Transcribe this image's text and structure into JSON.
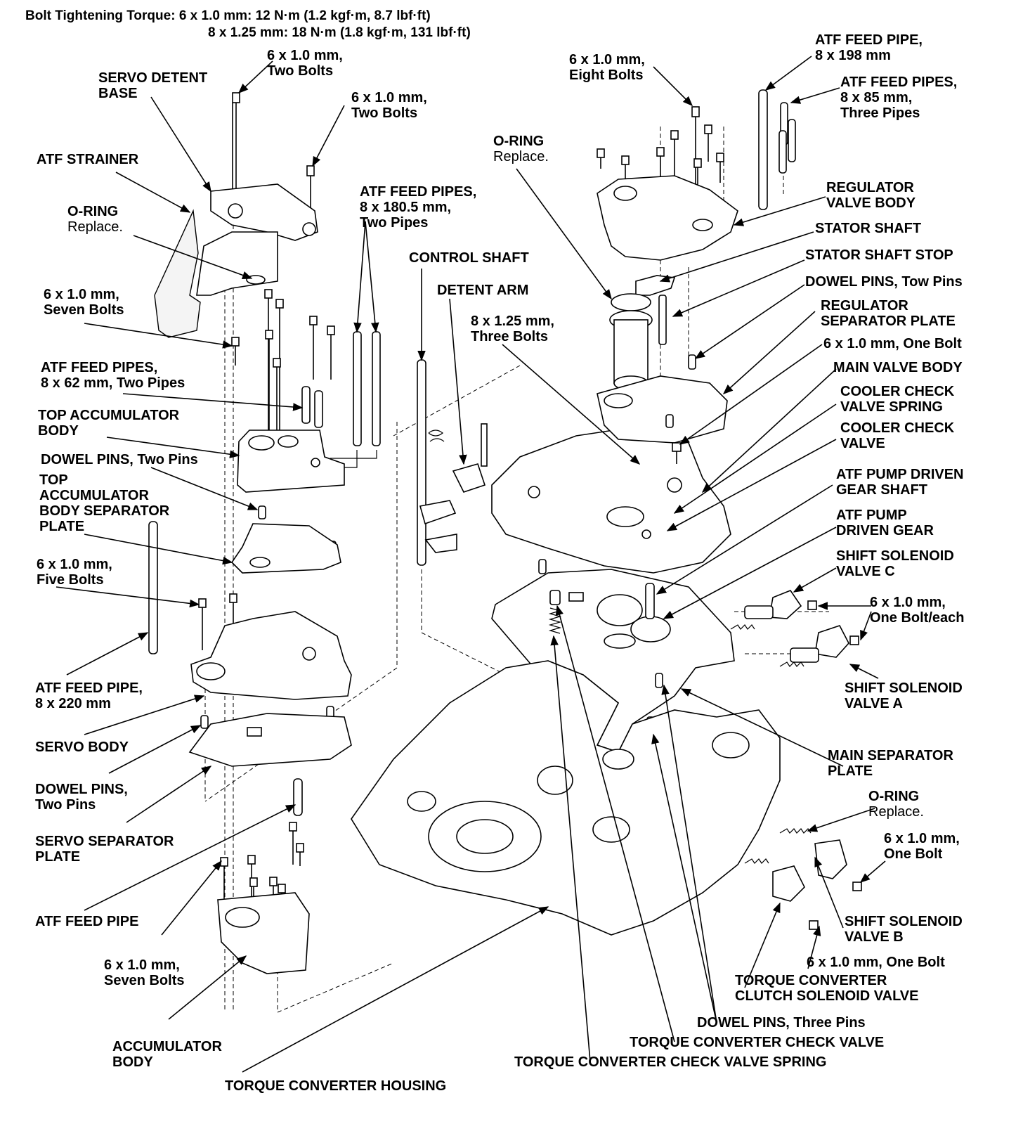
{
  "torque_spec": {
    "line1": "Bolt Tightening Torque: 6 x 1.0 mm: 12 N·m (1.2 kgf·m, 8.7 lbf·ft)",
    "line2": "8 x 1.25 mm: 18 N·m (1.8 kgf·m, 131 lbf·ft)"
  },
  "labels": {
    "bolts_6x10_two_a": [
      "6 x 1.0 mm,",
      "Two Bolts"
    ],
    "servo_detent_base": [
      "SERVO DETENT",
      "BASE"
    ],
    "bolts_6x10_two_b": [
      "6 x 1.0 mm,",
      "Two Bolts"
    ],
    "atf_strainer": [
      "ATF STRAINER"
    ],
    "oring_left": [
      "O-RING"
    ],
    "oring_left_note": "Replace.",
    "atf_feed_pipes_1805": [
      "ATF FEED PIPES,",
      "8 x 180.5 mm,",
      "Two Pipes"
    ],
    "bolts_6x10_seven_a": [
      "6 x 1.0 mm,",
      "Seven Bolts"
    ],
    "atf_feed_pipes_62": [
      "ATF FEED PIPES,",
      "8 x 62 mm, Two Pipes"
    ],
    "top_accumulator_body": [
      "TOP ACCUMULATOR",
      "BODY"
    ],
    "dowel_pins_two_a": [
      "DOWEL PINS, Two Pins"
    ],
    "top_acc_separator": [
      "TOP",
      "ACCUMULATOR",
      "BODY SEPARATOR",
      "PLATE"
    ],
    "bolts_6x10_five": [
      "6 x 1.0 mm,",
      "Five Bolts"
    ],
    "atf_feed_pipe_220": [
      "ATF FEED PIPE,",
      "8 x 220 mm"
    ],
    "servo_body": [
      "SERVO BODY"
    ],
    "dowel_pins_two_b": [
      "DOWEL PINS,",
      "Two Pins"
    ],
    "servo_separator": [
      "SERVO SEPARATOR",
      "PLATE"
    ],
    "atf_feed_pipe": [
      "ATF FEED PIPE"
    ],
    "bolts_6x10_seven_b": [
      "6 x 1.0 mm,",
      "Seven Bolts"
    ],
    "accumulator_body": [
      "ACCUMULATOR",
      "BODY"
    ],
    "torque_converter_housing": [
      "TORQUE CONVERTER HOUSING"
    ],
    "control_shaft": [
      "CONTROL SHAFT"
    ],
    "detent_arm": [
      "DETENT ARM"
    ],
    "bolts_8x125_three": [
      "8 x 1.25 mm,",
      "Three Bolts"
    ],
    "bolts_6x10_eight": [
      "6 x 1.0 mm,",
      "Eight Bolts"
    ],
    "oring_center": [
      "O-RING"
    ],
    "oring_center_note": "Replace.",
    "atf_feed_pipe_198": [
      "ATF FEED PIPE,",
      "8 x 198 mm"
    ],
    "atf_feed_pipes_85": [
      "ATF FEED PIPES,",
      "8 x 85 mm,",
      "Three Pipes"
    ],
    "regulator_valve_body": [
      "REGULATOR",
      "VALVE BODY"
    ],
    "stator_shaft": [
      "STATOR SHAFT"
    ],
    "stator_shaft_stop": [
      "STATOR SHAFT STOP"
    ],
    "dowel_pins_tow": [
      "DOWEL PINS, Tow Pins"
    ],
    "regulator_separator": [
      "REGULATOR",
      "SEPARATOR PLATE"
    ],
    "bolt_6x10_one_a": [
      "6 x 1.0 mm, One Bolt"
    ],
    "main_valve_body": [
      "MAIN VALVE BODY"
    ],
    "cooler_check_spring": [
      "COOLER CHECK",
      "VALVE SPRING"
    ],
    "cooler_check_valve": [
      "COOLER CHECK",
      "VALVE"
    ],
    "pump_driven_gear_shaft": [
      "ATF PUMP DRIVEN",
      "GEAR SHAFT"
    ],
    "pump_driven_gear": [
      "ATF PUMP",
      "DRIVEN GEAR"
    ],
    "shift_solenoid_c": [
      "SHIFT SOLENOID",
      "VALVE C"
    ],
    "bolt_each": [
      "6 x 1.0 mm,",
      "One Bolt/each"
    ],
    "shift_solenoid_a": [
      "SHIFT SOLENOID",
      "VALVE A"
    ],
    "main_separator": [
      "MAIN SEPARATOR",
      "PLATE"
    ],
    "oring_right": [
      "O-RING"
    ],
    "oring_right_note": "Replace.",
    "bolt_6x10_one_b": [
      "6 x 1.0 mm,",
      "One Bolt"
    ],
    "shift_solenoid_b": [
      "SHIFT SOLENOID",
      "VALVE B"
    ],
    "bolt_6x10_one_c": [
      "6 x 1.0 mm, One Bolt"
    ],
    "tcc_solenoid": [
      "TORQUE CONVERTER",
      "CLUTCH SOLENOID VALVE"
    ],
    "dowel_pins_three": [
      "DOWEL PINS, Three Pins"
    ],
    "tc_check_valve": [
      "TORQUE CONVERTER CHECK VALVE"
    ],
    "tc_check_spring": [
      "TORQUE CONVERTER CHECK VALVE SPRING"
    ]
  }
}
